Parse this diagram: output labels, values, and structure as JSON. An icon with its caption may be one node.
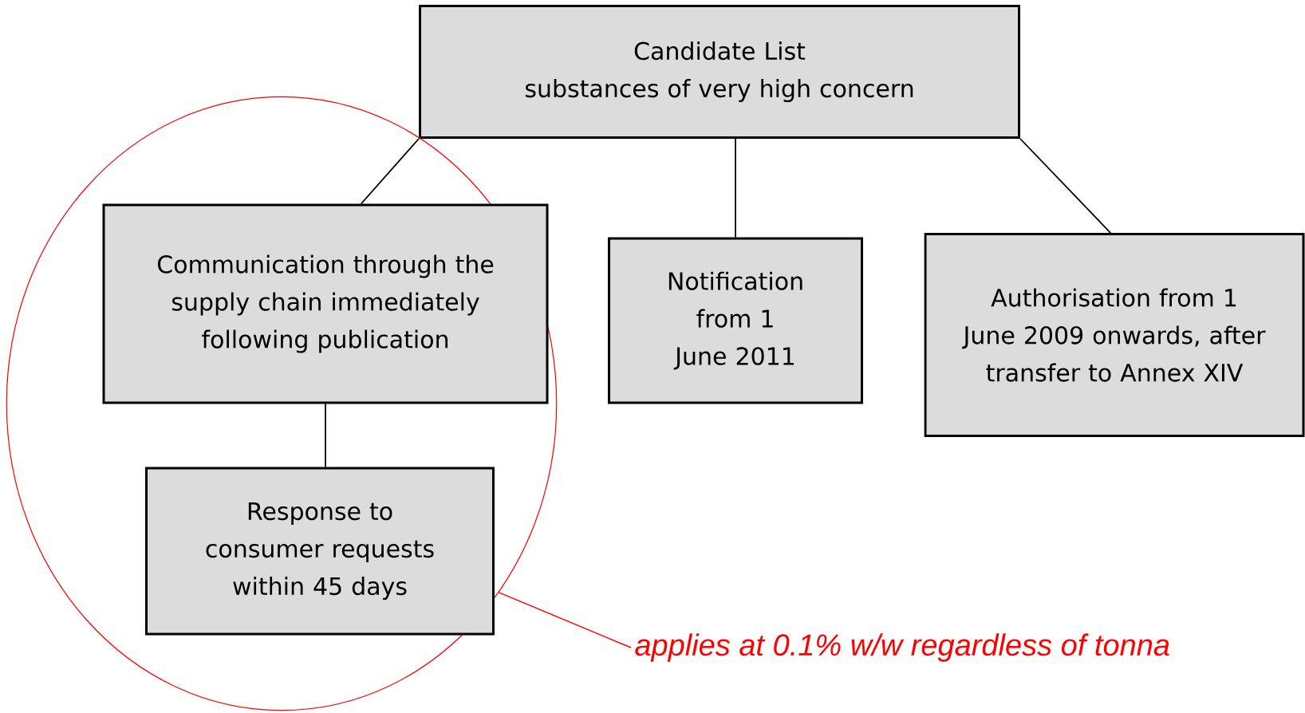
{
  "diagram": {
    "nodes": [
      {
        "text": [
          "Candidate List",
          "substances of very high concern"
        ]
      },
      {
        "text": [],
        "shape": "circle"
      },
      {
        "text": [
          "Communication through the supply chain immediately following publication"
        ],
        "in": 1
      },
      {
        "text": [
          "Notification from 1 June 2011"
        ]
      },
      {
        "text": [
          "Authorisation from 1 June 2009 onwards, after transfer to Annex XIV"
        ]
      },
      {
        "text": [
          "Response to consumer requests within 45 days"
        ],
        "in": 1
      },
      {
        "text": [
          "applies at 0.1% w/w regardless of tonna"
        ]
      }
    ],
    "edges": [
      {
        "from": 0,
        "to": 2,
        "arrow": "none"
      },
      {
        "from": 0,
        "to": 3,
        "arrow": "none"
      },
      {
        "from": 0,
        "to": 4,
        "arrow": "none"
      },
      {
        "from": 2,
        "to": 5,
        "arrow": "none"
      },
      {
        "from": 6,
        "to": 1,
        "arrow": "none",
        "color": "#ff0000"
      }
    ]
  }
}
